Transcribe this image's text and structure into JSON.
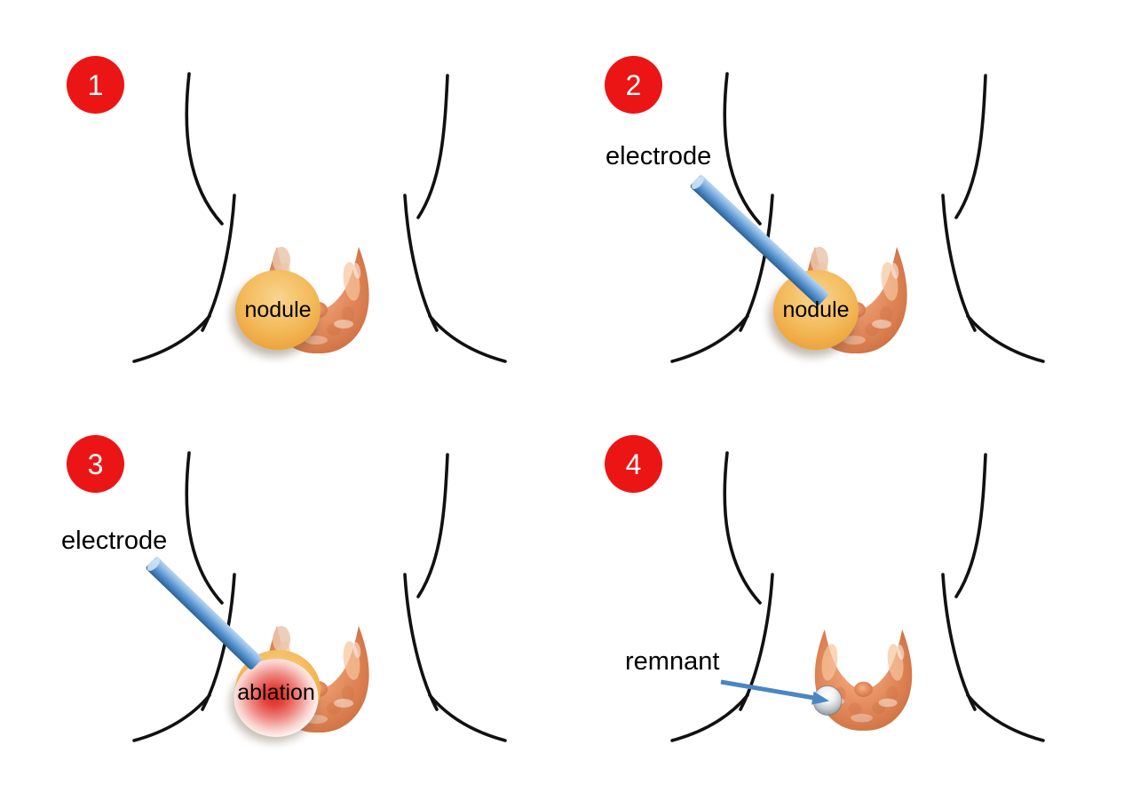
{
  "figure": {
    "background": "#ffffff",
    "panels": [
      {
        "number": "1",
        "nodule_label": "nodule"
      },
      {
        "number": "2",
        "electrode_label": "electrode",
        "nodule_label": "nodule"
      },
      {
        "number": "3",
        "electrode_label": "electrode",
        "ablation_label": "ablation"
      },
      {
        "number": "4",
        "remnant_label": "remnant"
      }
    ],
    "colors": {
      "step_badge_red": "#ec1515",
      "badge_number_text": "#ffffff",
      "label_text": "#000000",
      "neck_outline_black": "#111111",
      "nodule_orange": "#f3bc62",
      "ablation_red": "#e02f26",
      "electrode_blue": "#5592cd",
      "arrow_blue": "#4a86c4",
      "remnant_gray": "#c3cacf",
      "thyroid_salmon": "#e08a5c"
    },
    "graphics": {
      "neck": "neck-outline",
      "thyroid": "thyroid-gland-illustration",
      "nodule": "nodule-circle",
      "electrode": "electrode-rod",
      "ablation": "ablation-zone-circle",
      "remnant": "remnant-sphere",
      "arrow": "remnant-arrow"
    }
  }
}
